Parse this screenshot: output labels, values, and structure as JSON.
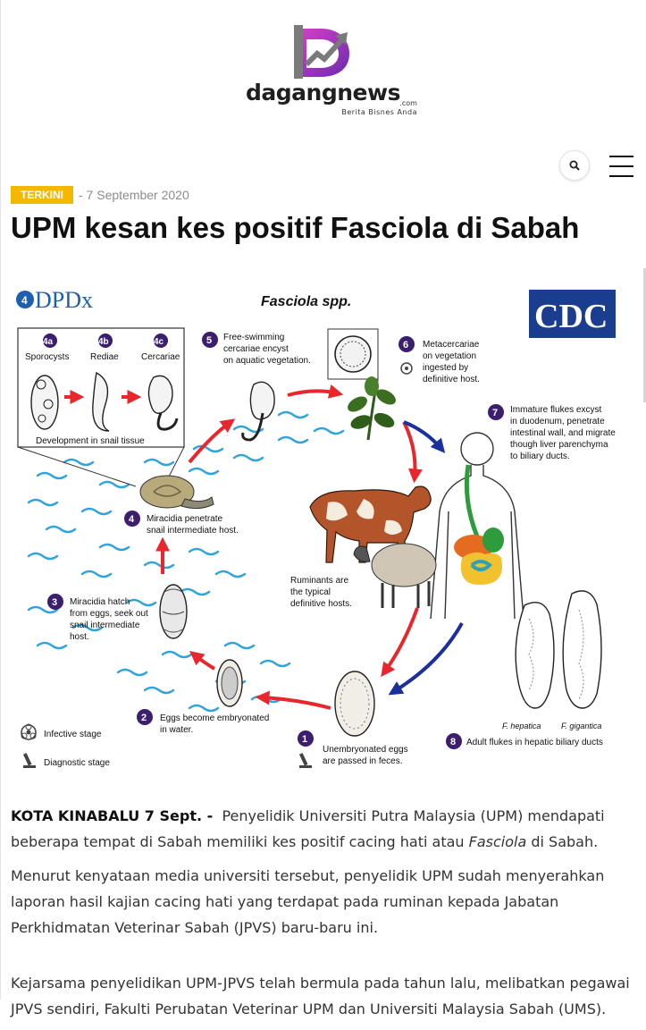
{
  "site": {
    "name": "dagangnews",
    "domain_suffix": ".com",
    "tagline": "Berita Bisnes Anda"
  },
  "header": {
    "search_icon": "search-icon",
    "menu_icon": "hamburger-menu-icon"
  },
  "article": {
    "category": "TERKINI",
    "date": "- 7 September 2020",
    "title": "UPM kesan kes positif Fasciola di Sabah",
    "paragraphs": [
      {
        "lead": "KOTA KINABALU 7 Sept. -",
        "text_before": "Penyelidik Universiti Putra Malaysia (UPM) mendapati beberapa tempat di Sabah memiliki kes positif cacing hati atau ",
        "italic": "Fasciola",
        "text_after": " di Sabah."
      },
      {
        "text": "Menurut kenyataan media universiti tersebut, penyelidik UPM sudah menyerahkan laporan hasil kajian cacing hati yang terdapat pada ruminan kepada Jabatan Perkhidmatan Veterinar Sabah (JPVS) baru-baru ini."
      },
      {
        "text": "Kejarsama penyelidikan UPM-JPVS telah bermula pada tahun lalu, melibatkan pegawai JPVS sendiri, Fakulti Perubatan Veterinar UPM dan Universiti Malaysia Sabah (UMS)."
      }
    ]
  },
  "figure": {
    "title": "Fasciola spp.",
    "logo_left": "DPDx",
    "logo_right": "CDC",
    "snail_box": {
      "caption": "Development in snail tissue",
      "stages": [
        {
          "num": "4a",
          "label": "Sporocysts"
        },
        {
          "num": "4b",
          "label": "Rediae"
        },
        {
          "num": "4c",
          "label": "Cercariae"
        }
      ]
    },
    "steps": [
      {
        "num": "1",
        "lines": [
          "Unembryonated eggs",
          "are passed in feces."
        ]
      },
      {
        "num": "2",
        "lines": [
          "Eggs become embryonated",
          "in water."
        ]
      },
      {
        "num": "3",
        "lines": [
          "Miracidia hatch",
          "from eggs, seek out",
          "snail intermediate",
          "host."
        ]
      },
      {
        "num": "4",
        "lines": [
          "Miracidia penetrate",
          "snail intermediate host."
        ]
      },
      {
        "num": "5",
        "lines": [
          "Free-swimming",
          "cercariae encyst",
          "on aquatic vegetation."
        ]
      },
      {
        "num": "6",
        "lines": [
          "Metacercariae",
          "on vegetation",
          "ingested by",
          "definitive host."
        ]
      },
      {
        "num": "7",
        "lines": [
          "Immature flukes excyst",
          "in duodenum, penetrate",
          "intestinal wall, and migrate",
          "though liver parenchyma",
          "to biliary ducts."
        ]
      },
      {
        "num": "8",
        "lines": [
          "Adult flukes in hepatic biliary ducts"
        ]
      }
    ],
    "ruminants_note": [
      "Ruminants are",
      "the typical",
      "definitive hosts."
    ],
    "species": [
      "F. hepatica",
      "F. gigantica"
    ],
    "legend": {
      "infective": "Infective stage",
      "diagnostic": "Diagnostic stage"
    },
    "colors": {
      "step_circle": "#3b1f6e",
      "arrow_red": "#e8262b",
      "arrow_blue": "#1b2f9e",
      "water": "#2ea3dc",
      "cdc_blue": "#1b3d8f"
    }
  }
}
